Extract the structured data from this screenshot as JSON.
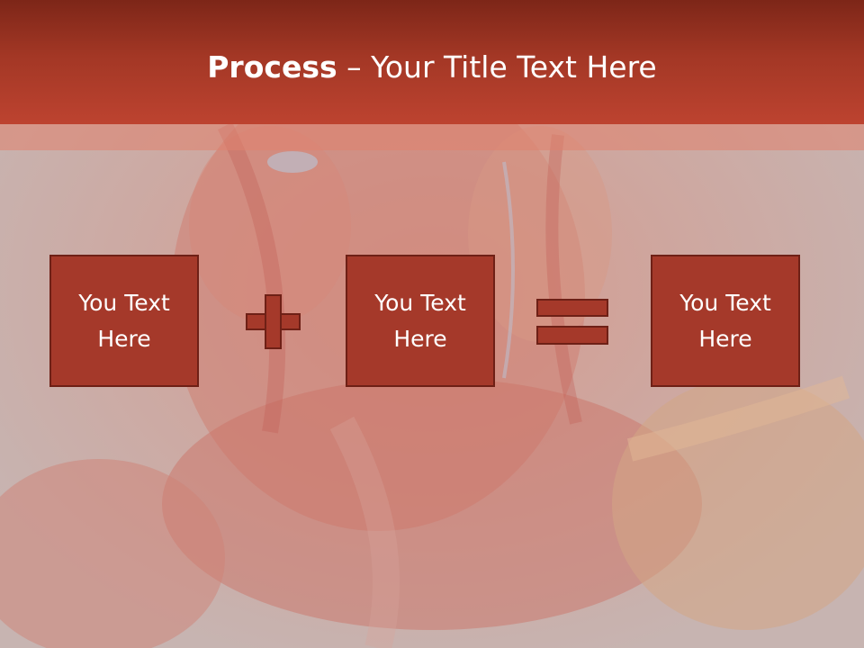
{
  "slide": {
    "title_bold": "Process",
    "title_dash": " – ",
    "title_rest": "Your Title Text Here"
  },
  "boxes": [
    {
      "text": "You Text Here"
    },
    {
      "text": "You Text Here"
    },
    {
      "text": "You Text Here"
    }
  ],
  "operators": [
    "plus-icon",
    "equals-icon"
  ],
  "colors": {
    "header": "#a33725",
    "box_fill": "#a5392a",
    "box_border": "#6e2016",
    "text": "#ffffff"
  }
}
